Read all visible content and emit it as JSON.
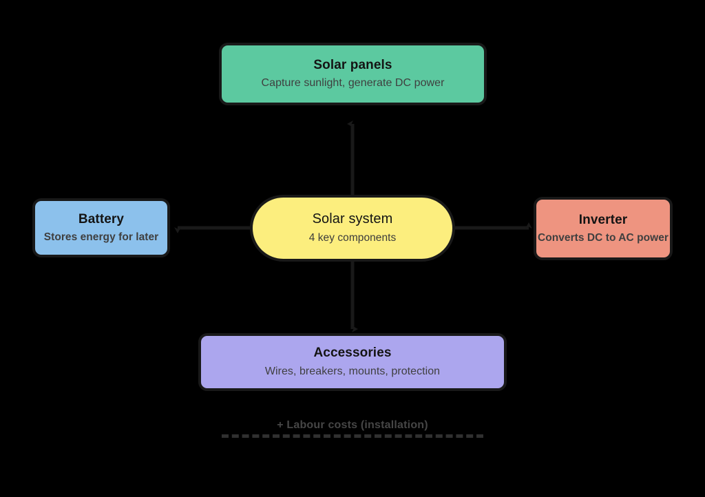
{
  "diagram": {
    "background_color": "#000000",
    "edge_color": "#191919",
    "center": {
      "title": "Solar system",
      "subtitle": "4 key components",
      "color": "#FCEE7E",
      "shape": "pill"
    },
    "branches": [
      {
        "id": "panels",
        "title": "Solar panels",
        "subtitle": "Capture sunlight, generate DC power",
        "color": "#5CC9A0",
        "direction": "up"
      },
      {
        "id": "battery",
        "title": "Battery",
        "subtitle": "Stores energy for later",
        "color": "#8CC1EC",
        "direction": "left"
      },
      {
        "id": "inverter",
        "title": "Inverter",
        "subtitle": "Converts DC to AC power",
        "color": "#EE9480",
        "direction": "right"
      },
      {
        "id": "accessories",
        "title": "Accessories",
        "subtitle": "Wires, breakers, mounts, protection",
        "color": "#ACA6EE",
        "direction": "down"
      }
    ],
    "footer": {
      "note": "+ Labour costs (installation)",
      "note_color": "#464646",
      "rule_style": "dashed"
    }
  }
}
